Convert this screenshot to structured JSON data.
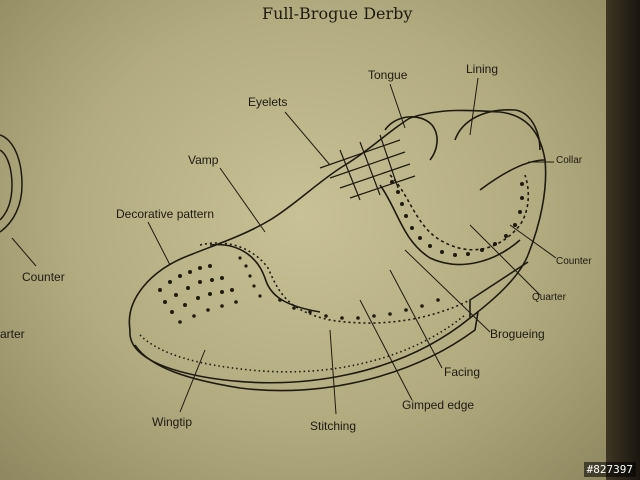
{
  "title": "Full-Brogue Derby",
  "labels": {
    "tongue": "Tongue",
    "lining": "Lining",
    "eyelets": "Eyelets",
    "collar": "Collar",
    "vamp": "Vamp",
    "decorative_pattern": "Decorative pattern",
    "counter_right": "Counter",
    "quarter_right": "Quarter",
    "brogueing": "Brogueing",
    "facing": "Facing",
    "gimped_edge": "Gimped edge",
    "stitching": "Stitching",
    "wingtip": "Wingtip",
    "counter_left": "Counter",
    "quarter_left": "arter"
  },
  "watermark": "#827397",
  "colors": {
    "paper": "#c1b98d",
    "ink": "#1e1a12"
  }
}
